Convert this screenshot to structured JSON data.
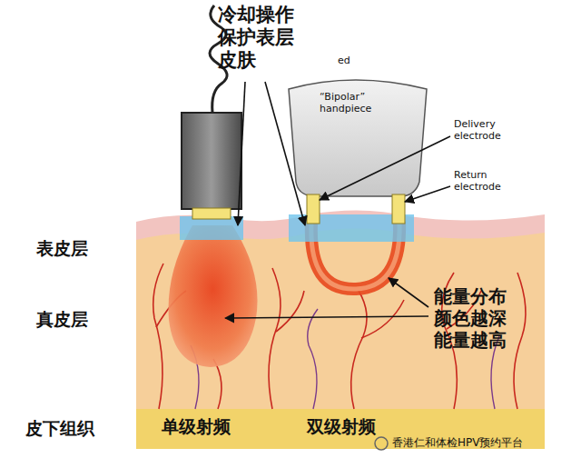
{
  "diagram": {
    "labels": [
      "冷却操作 保护表层 皮肤",
      "ed",
      "“Bipolar” handpiece",
      "Delivery electrode",
      "Return electrode",
      "表皮层",
      "能量分布 颜色越深 能量越高",
      "真皮层",
      "皮下组织",
      "单级射频",
      "双级射频",
      "香港仁和体检HPV预约平台"
    ]
  }
}
